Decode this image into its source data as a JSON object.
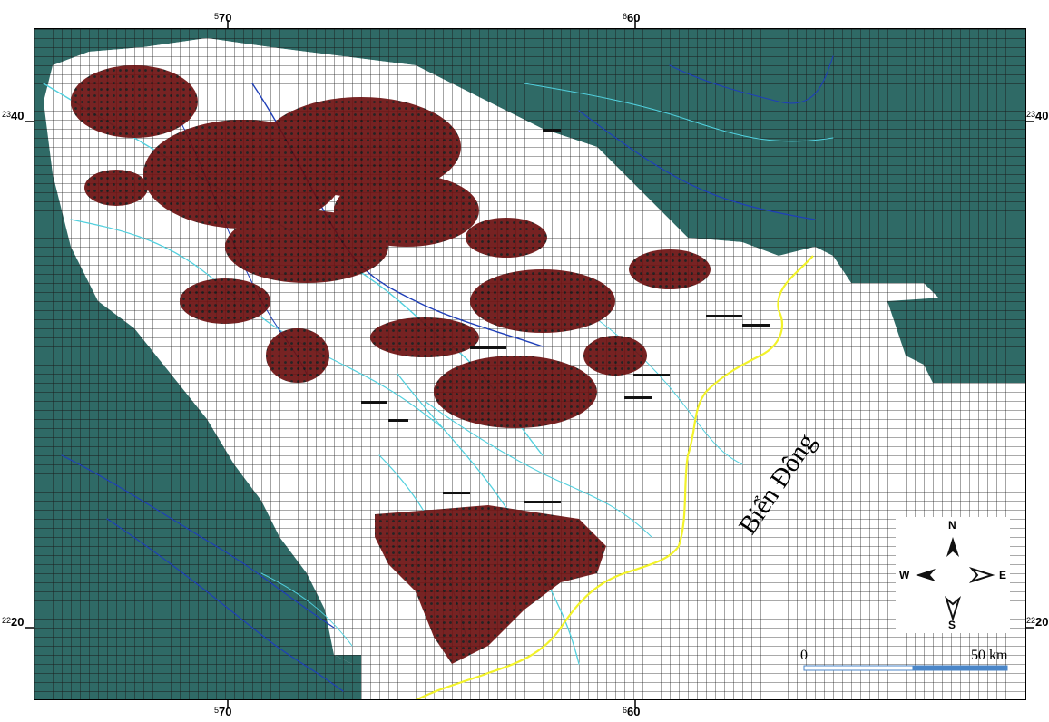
{
  "map": {
    "sea_label": "Biển Đông",
    "top_ticks": [
      {
        "small": "5",
        "big": "70"
      },
      {
        "small": "6",
        "big": "60"
      }
    ],
    "bottom_ticks": [
      {
        "small": "5",
        "big": "70"
      },
      {
        "small": "6",
        "big": "60"
      }
    ],
    "left_ticks": [
      {
        "small": "23",
        "big": "40"
      },
      {
        "small": "22",
        "big": "20"
      }
    ],
    "right_ticks": [
      {
        "small": "23",
        "big": "40"
      },
      {
        "small": "22",
        "big": "20"
      }
    ],
    "compass": {
      "n": "N",
      "s": "S",
      "e": "E",
      "w": "W"
    },
    "scale": {
      "start": "0",
      "end": "50 km"
    },
    "colors": {
      "land_dark": "#2f6a66",
      "grid_line": "#1a1a1a",
      "grid_bg": "#ffffff",
      "river_light": "#52d0de",
      "river_dark": "#1f3fb8",
      "wells": "#7a1414",
      "coastline": "#f2f22a",
      "scale_blue": "#4a86c8"
    }
  }
}
